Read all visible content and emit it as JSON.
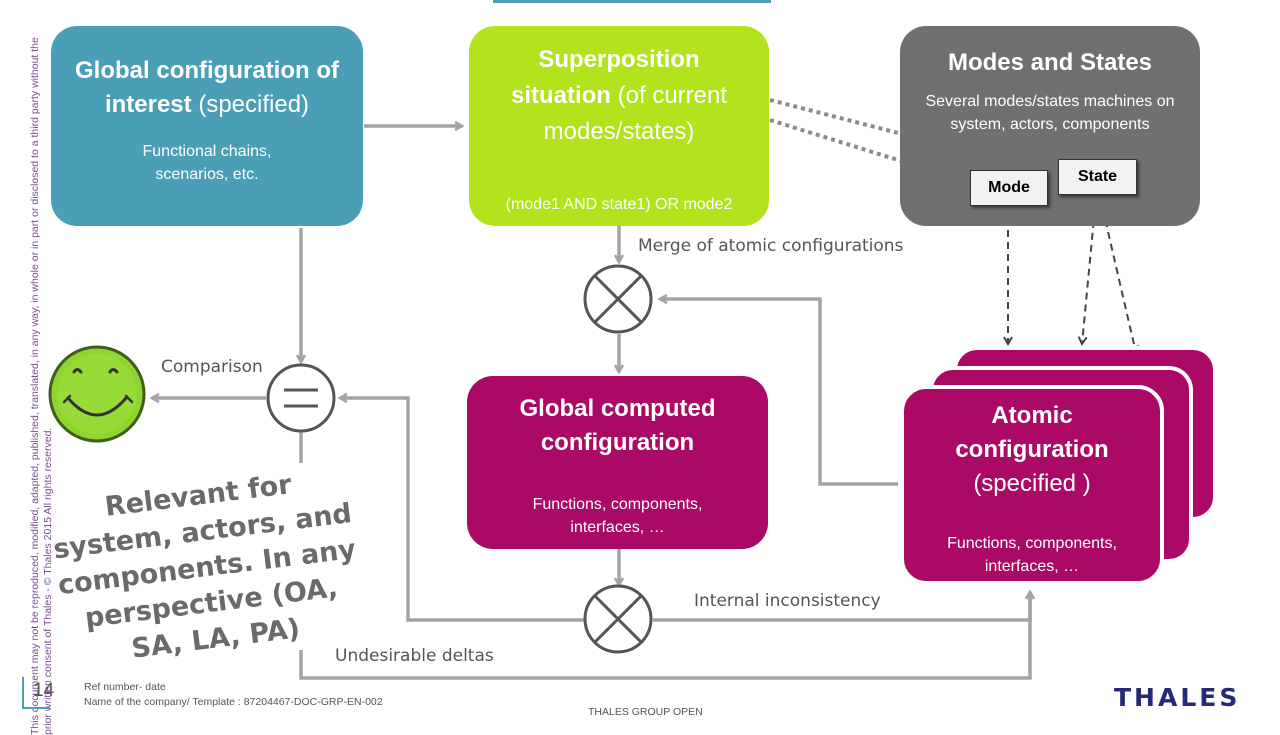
{
  "boxes": {
    "global_config": {
      "title_bold": "Global configuration of interest",
      "title_normal": "(specified)",
      "sub": "Functional chains, scenarios, etc."
    },
    "superposition": {
      "title_bold": "Superposition situation",
      "title_normal": "(of current modes/states)",
      "sub": "(mode1 AND state1) OR mode2"
    },
    "modes_states": {
      "title": "Modes and States",
      "sub": "Several modes/states machines on system, actors, components",
      "mode_label": "Mode",
      "state_label": "State"
    },
    "global_computed": {
      "title": "Global computed configuration",
      "sub": "Functions, components, interfaces, …"
    },
    "atomic": {
      "title_bold": "Atomic configuration",
      "title_normal": "(specified )",
      "sub": "Functions, components, interfaces, …"
    }
  },
  "labels": {
    "merge": "Merge of atomic configurations",
    "comparison": "Comparison",
    "internal": "Internal inconsistency",
    "deltas": "Undesirable deltas"
  },
  "relevant_note": "Relevant for system, actors, and components. In any perspective (OA, SA, LA, PA)",
  "side_notice": "This document may not be reproduced, modified, adapted, published, translated, in any way, in whole or in part or disclosed to a third party without the prior written consent of Thales - © Thales 2015 All rights reserved.",
  "footer": {
    "page_number": "14",
    "ref": "Ref number- date",
    "template": "Name of the company/ Template : 87204467-DOC-GRP-EN-002",
    "classification": "THALES GROUP OPEN",
    "logo": "THALES"
  },
  "colors": {
    "teal": "#4a9fb7",
    "lime": "#b3e31c",
    "gray": "#707070",
    "magenta": "#aa0a66",
    "arrow": "#a3a3a3"
  }
}
